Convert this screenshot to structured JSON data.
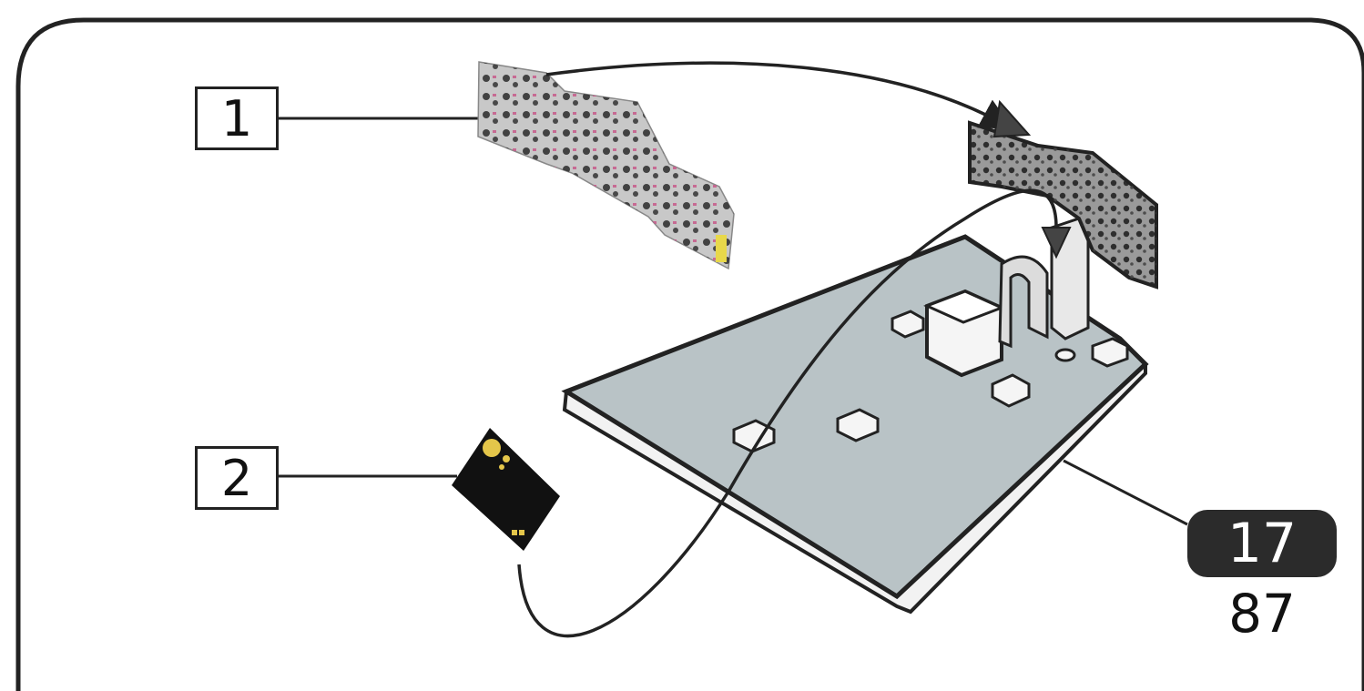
{
  "callouts": [
    {
      "label": "1"
    },
    {
      "label": "2"
    }
  ],
  "part": {
    "number": "17",
    "subnumber": "87"
  },
  "colors": {
    "frame": "#222222",
    "plate": "#b9c3c6",
    "decal": "#c8c8c8",
    "decal_accent": "#c75a8a",
    "badge": "#2b2b2b"
  },
  "icons": {
    "decal_1": "instrument-panel-decal",
    "decal_2": "black-square-decal",
    "assembly": "cockpit-floor-plate"
  }
}
